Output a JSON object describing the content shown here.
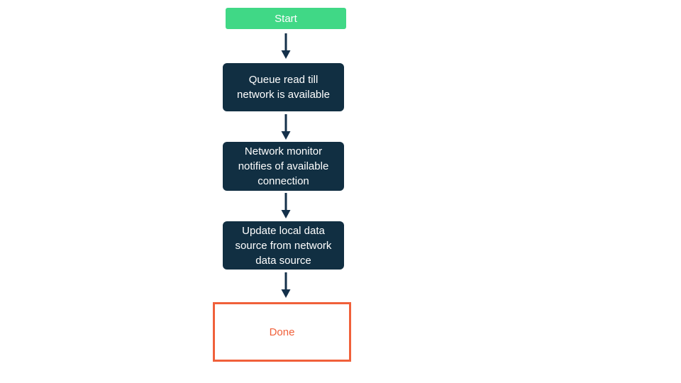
{
  "diagram": {
    "type": "flowchart",
    "direction": "top-down",
    "nodes": [
      {
        "id": "start",
        "label": "Start",
        "shape": "rounded-rect",
        "role": "start"
      },
      {
        "id": "queue",
        "label": "Queue read till network is available",
        "shape": "rounded-rect",
        "role": "process"
      },
      {
        "id": "monitor",
        "label": "Network monitor notifies of available connection",
        "shape": "rounded-rect",
        "role": "process"
      },
      {
        "id": "update",
        "label": "Update local data source from network data source",
        "shape": "rounded-rect",
        "role": "process"
      },
      {
        "id": "done",
        "label": "Done",
        "shape": "rect-outline",
        "role": "end"
      }
    ],
    "edges": [
      {
        "from": "start",
        "to": "queue",
        "style": "arrow-down"
      },
      {
        "from": "queue",
        "to": "monitor",
        "style": "arrow-down"
      },
      {
        "from": "monitor",
        "to": "update",
        "style": "arrow-down"
      },
      {
        "from": "update",
        "to": "done",
        "style": "arrow-down"
      }
    ],
    "colors": {
      "background": "#ffffff",
      "start_bg": "#40d886",
      "process_bg": "#112f42",
      "node_text": "#ffffff",
      "arrow": "#14304a",
      "end_bg": "#ffffff",
      "end_border": "#f0603a",
      "end_text": "#f0603a"
    }
  }
}
